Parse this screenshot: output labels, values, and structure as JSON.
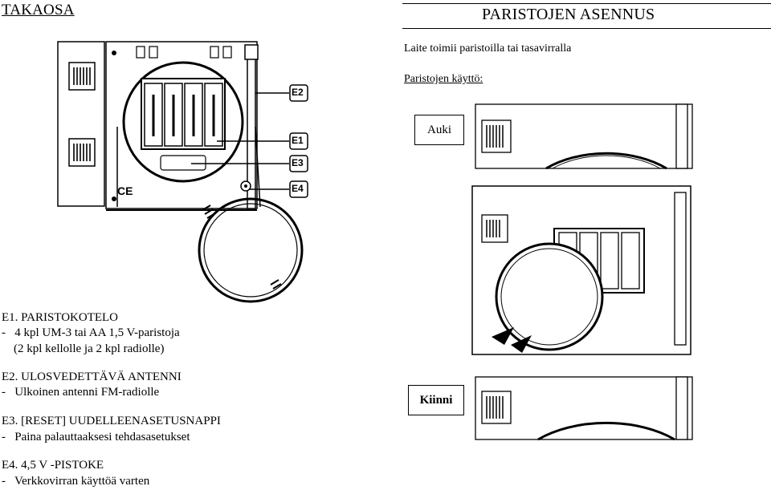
{
  "header": {
    "left_title": "TAKAOSA",
    "right_title": "PARISTOJEN ASENNUS"
  },
  "intro": {
    "text": "Laite toimii paristoilla tai tasavirralla",
    "usage_heading": "Paristojen käyttö:"
  },
  "states": {
    "open_label": "Auki",
    "closed_label": "Kiinni"
  },
  "callouts": [
    "E2",
    "E1",
    "E3",
    "E4"
  ],
  "items": [
    {
      "title": "E1. PARISTOKOTELO",
      "lines": [
        "-   4 kpl UM-3 tai AA 1,5 V-paristoja",
        "    (2 kpl kellolle ja 2 kpl radiolle)"
      ]
    },
    {
      "title": "E2. ULOSVEDETTÄVÄ ANTENNI",
      "lines": [
        "-   Ulkoinen antenni FM-radiolle"
      ]
    },
    {
      "title": "E3. [RESET] UUDELLEENASETUSNAPPI",
      "lines": [
        "-   Paina palauttaaksesi tehdasasetukset"
      ]
    },
    {
      "title": "E4. 4,5 V -PISTOKE",
      "lines": [
        "-   Verkkovirran käyttöä varten"
      ]
    }
  ],
  "device_marks": {
    "ce_mark": "CE"
  }
}
